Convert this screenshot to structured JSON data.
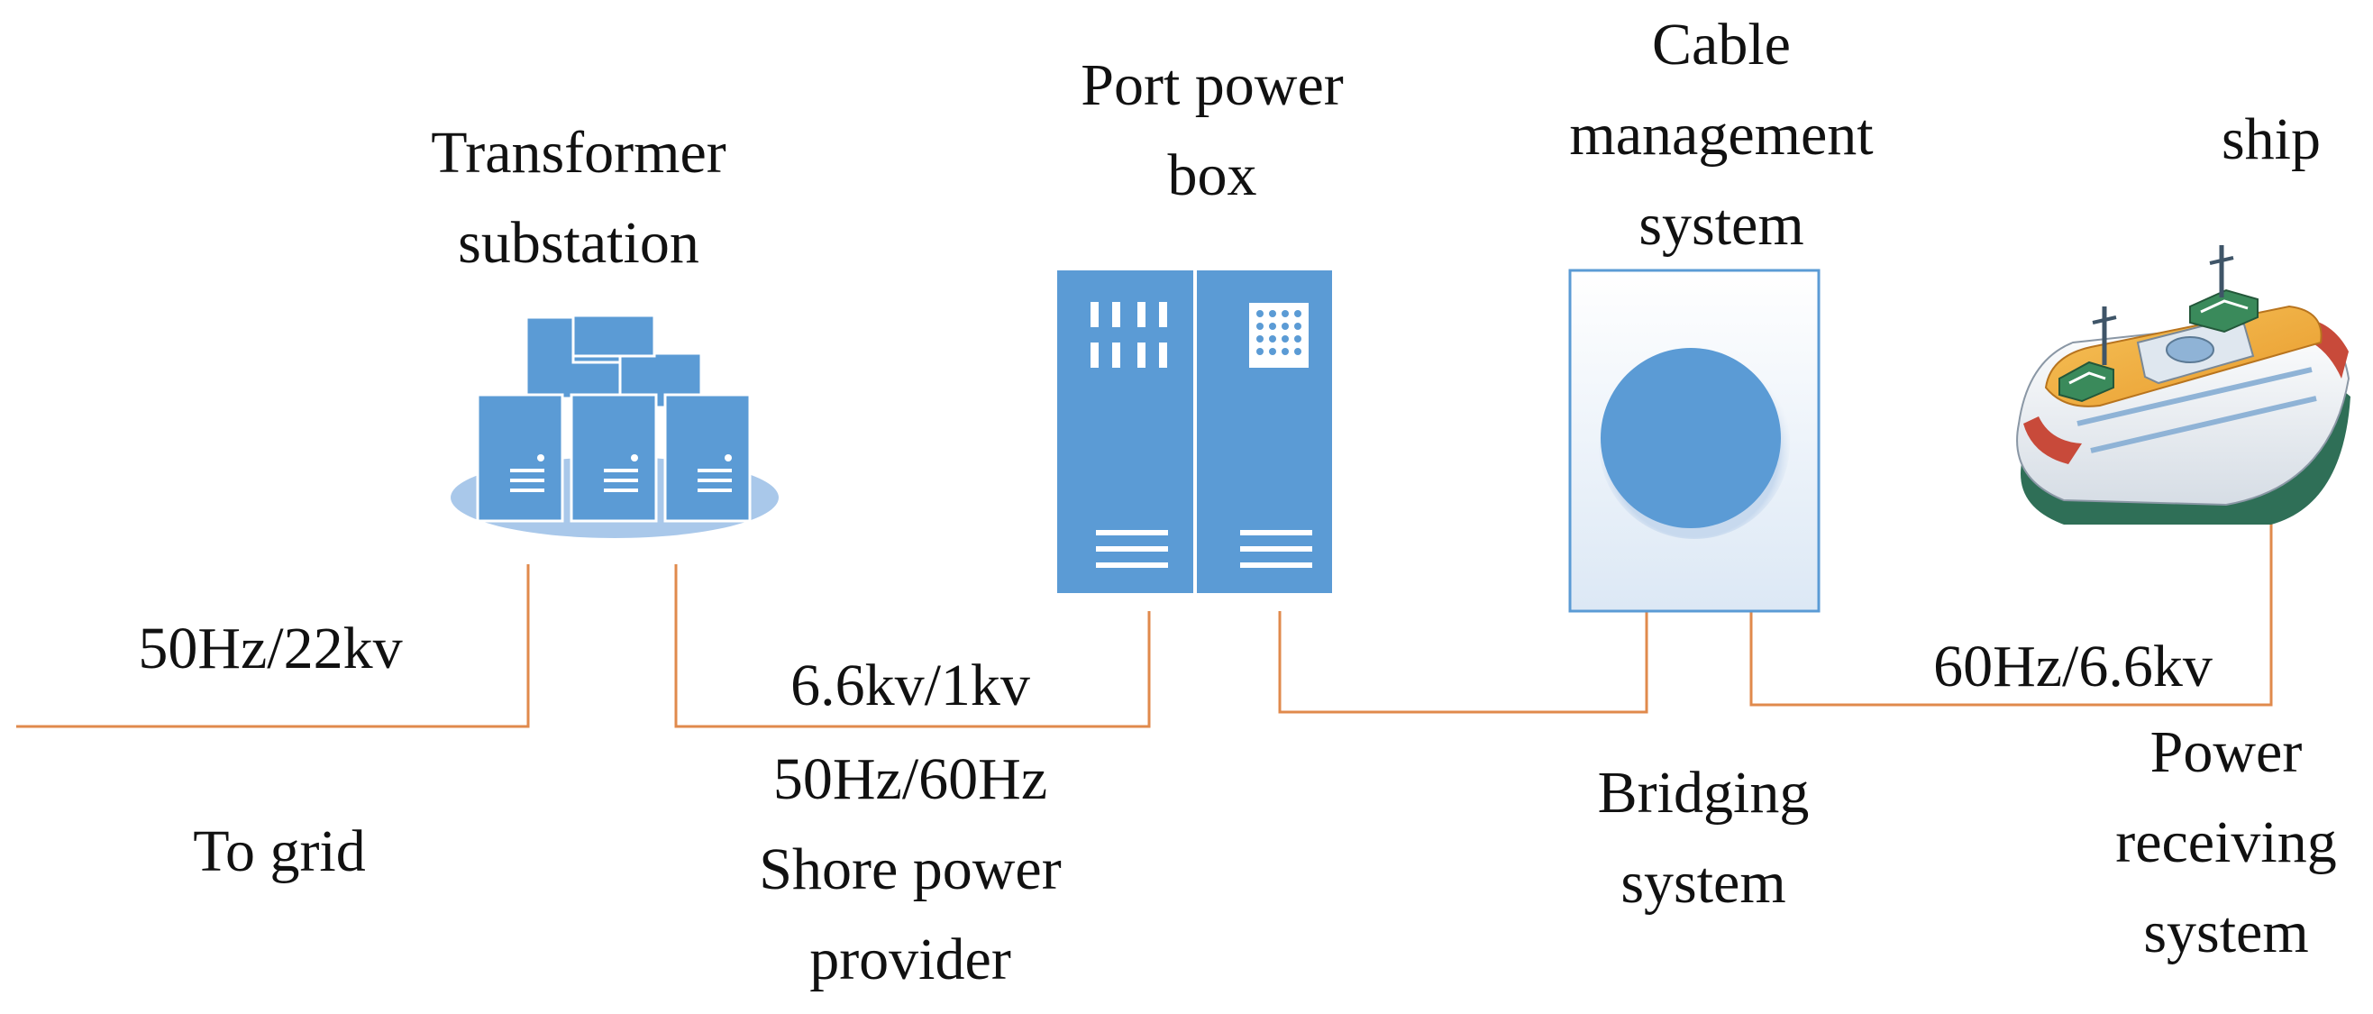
{
  "components": {
    "transformer": {
      "title_lines": [
        "Transformer",
        "substation"
      ]
    },
    "power_box": {
      "title_lines": [
        "Port power",
        "box"
      ]
    },
    "cable_mgmt": {
      "title_lines": [
        "Cable",
        "management",
        "system"
      ]
    },
    "ship": {
      "title_lines": [
        "ship"
      ]
    }
  },
  "labels": {
    "grid_voltage": "50Hz/22kv",
    "to_grid": "To grid",
    "conversion_voltage": "6.6kv/1kv",
    "conversion_frequency": "50Hz/60Hz",
    "shore_provider_lines": [
      "Shore power",
      "provider"
    ],
    "bridging_lines": [
      "Bridging",
      "system"
    ],
    "ship_voltage": "60Hz/6.6kv",
    "receiving_lines": [
      "Power",
      "receiving",
      "system"
    ]
  },
  "colors": {
    "line": "#e08a4c",
    "equipment_blue": "#5b9bd5",
    "equipment_dark": "#3e7cbf",
    "platform": "#a9c8ea"
  }
}
